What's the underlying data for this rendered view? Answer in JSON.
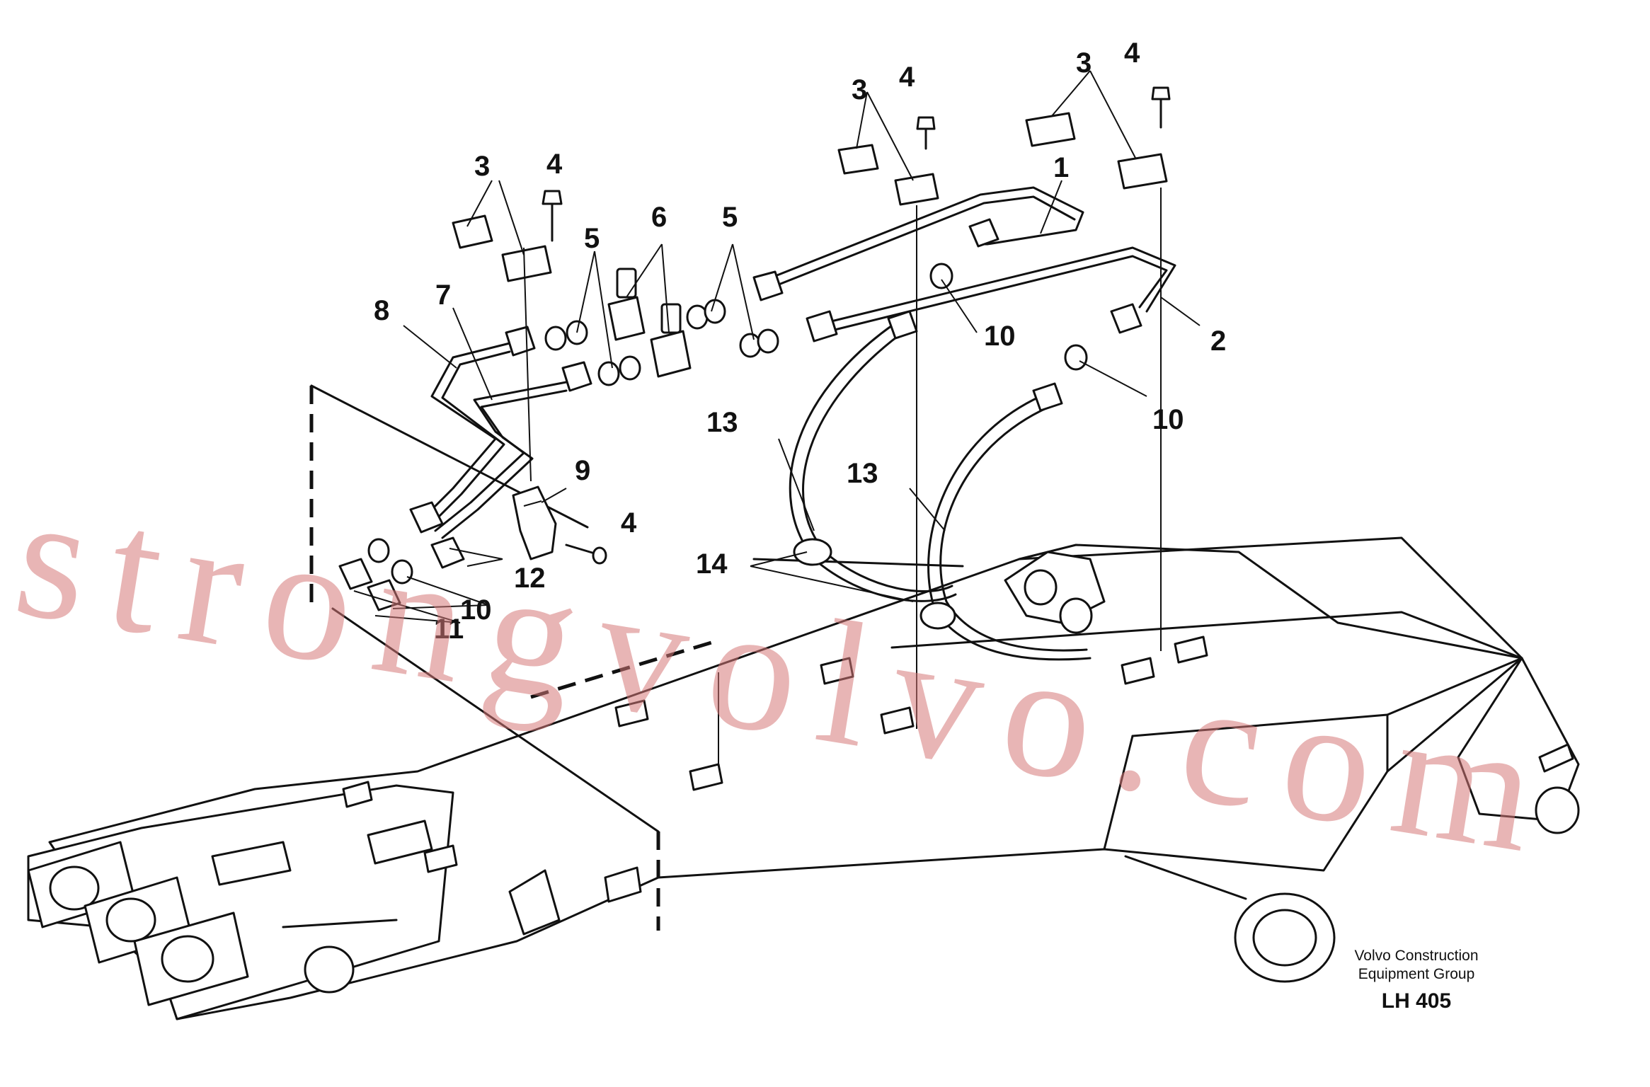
{
  "callouts": {
    "c1": "1",
    "c2": "2",
    "c3a": "3",
    "c3b": "3",
    "c3c": "3",
    "c4a": "4",
    "c4b": "4",
    "c4c": "4",
    "c4d": "4",
    "c5a": "5",
    "c5b": "5",
    "c6": "6",
    "c7": "7",
    "c8": "8",
    "c9": "9",
    "c10a": "10",
    "c10b": "10",
    "c10c": "10",
    "c11": "11",
    "c12": "12",
    "c13a": "13",
    "c13b": "13",
    "c14": "14"
  },
  "watermark": "strongvolvo.com",
  "credit": {
    "line1": "Volvo Construction",
    "line2": "Equipment Group"
  },
  "drawing_code": "LH 405"
}
